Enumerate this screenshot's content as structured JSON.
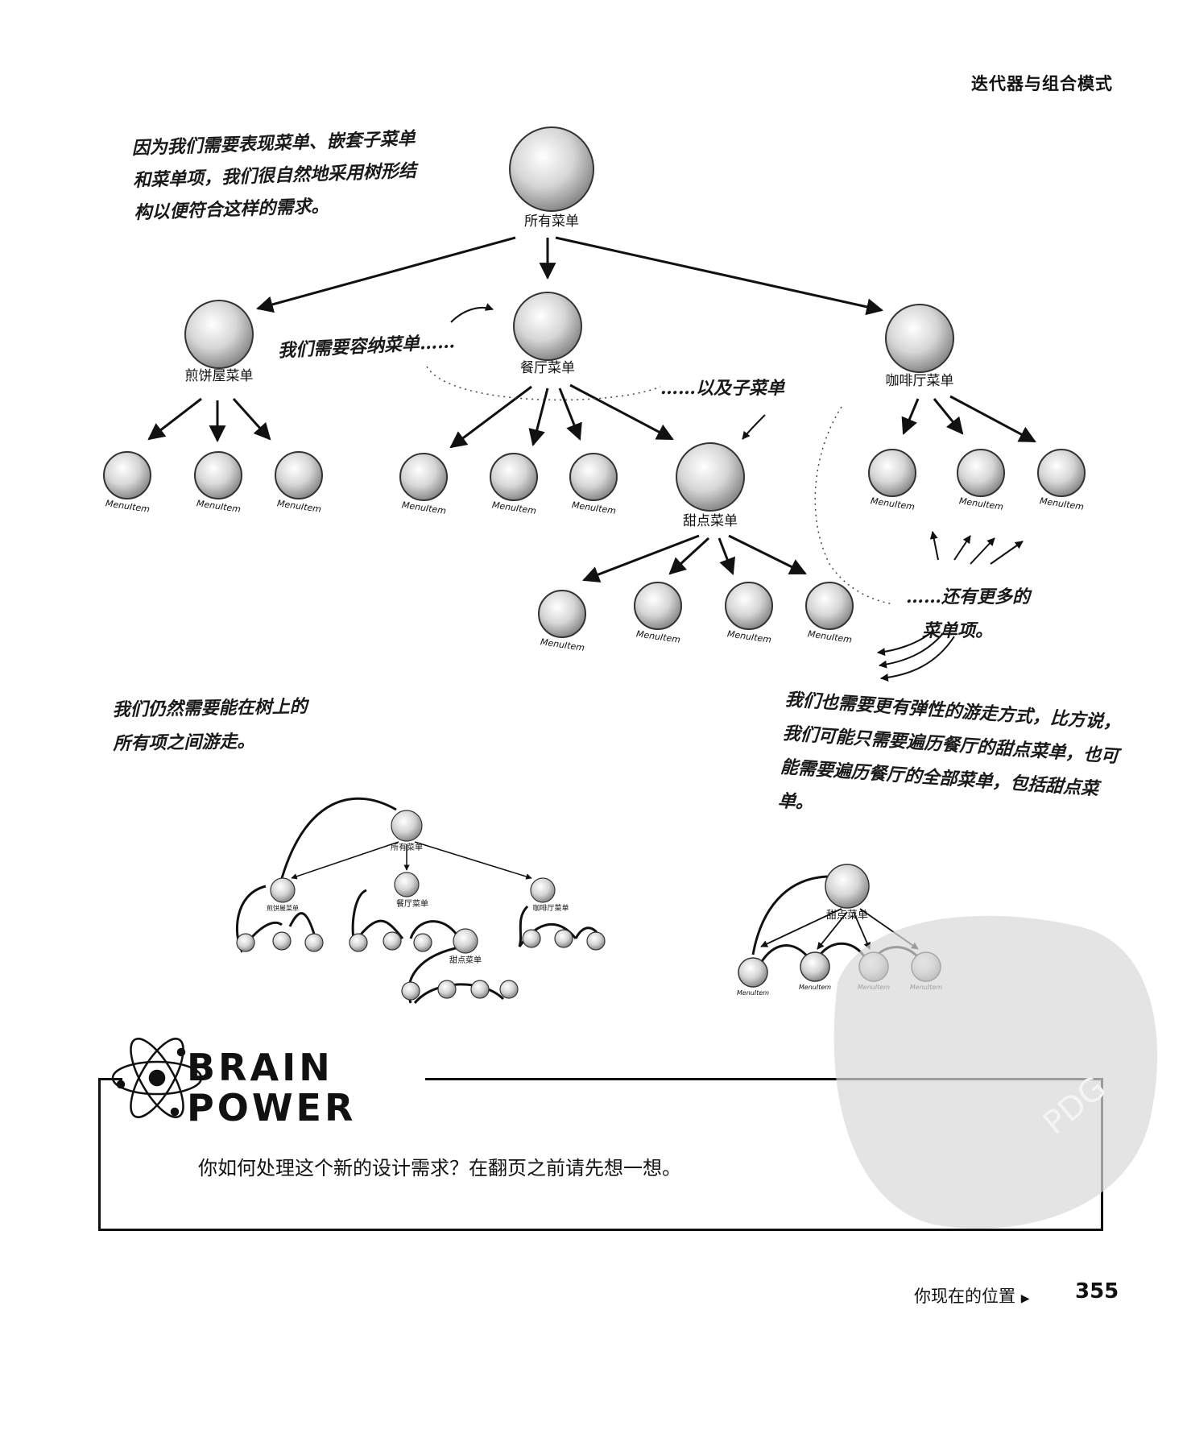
{
  "header": {
    "title": "迭代器与组合模式"
  },
  "notes": {
    "top_left": "因为我们需要表现菜单、嵌套子菜单和菜单项，我们很自然地采用树形结构以便符合这样的需求。",
    "contain_menus": "我们需要容纳菜单……",
    "and_submenus": "……以及子菜单",
    "more_items_1": "……还有更多的",
    "more_items_2": "菜单项。",
    "traverse_all": "我们仍然需要能在树上的所有项之间游走。",
    "flexible_traverse": "我们也需要更有弹性的游走方式，比方说，我们可能只需要遍历餐厅的甜点菜单，也可能需要遍历餐厅的全部菜单，包括甜点菜单。"
  },
  "tree": {
    "root_label": "所有菜单",
    "pancake_label": "煎饼屋菜单",
    "diner_label": "餐厅菜单",
    "cafe_label": "咖啡厅菜单",
    "dessert_label": "甜点菜单",
    "item_label": "MenuItem"
  },
  "brain_power": {
    "title_line1": "BRAIN",
    "title_line2": "POWER",
    "question": "你如何处理这个新的设计需求？在翻页之前请先想一想。"
  },
  "footer": {
    "where": "你现在的位置",
    "page": "355"
  },
  "watermark": {
    "text": "PDG"
  }
}
